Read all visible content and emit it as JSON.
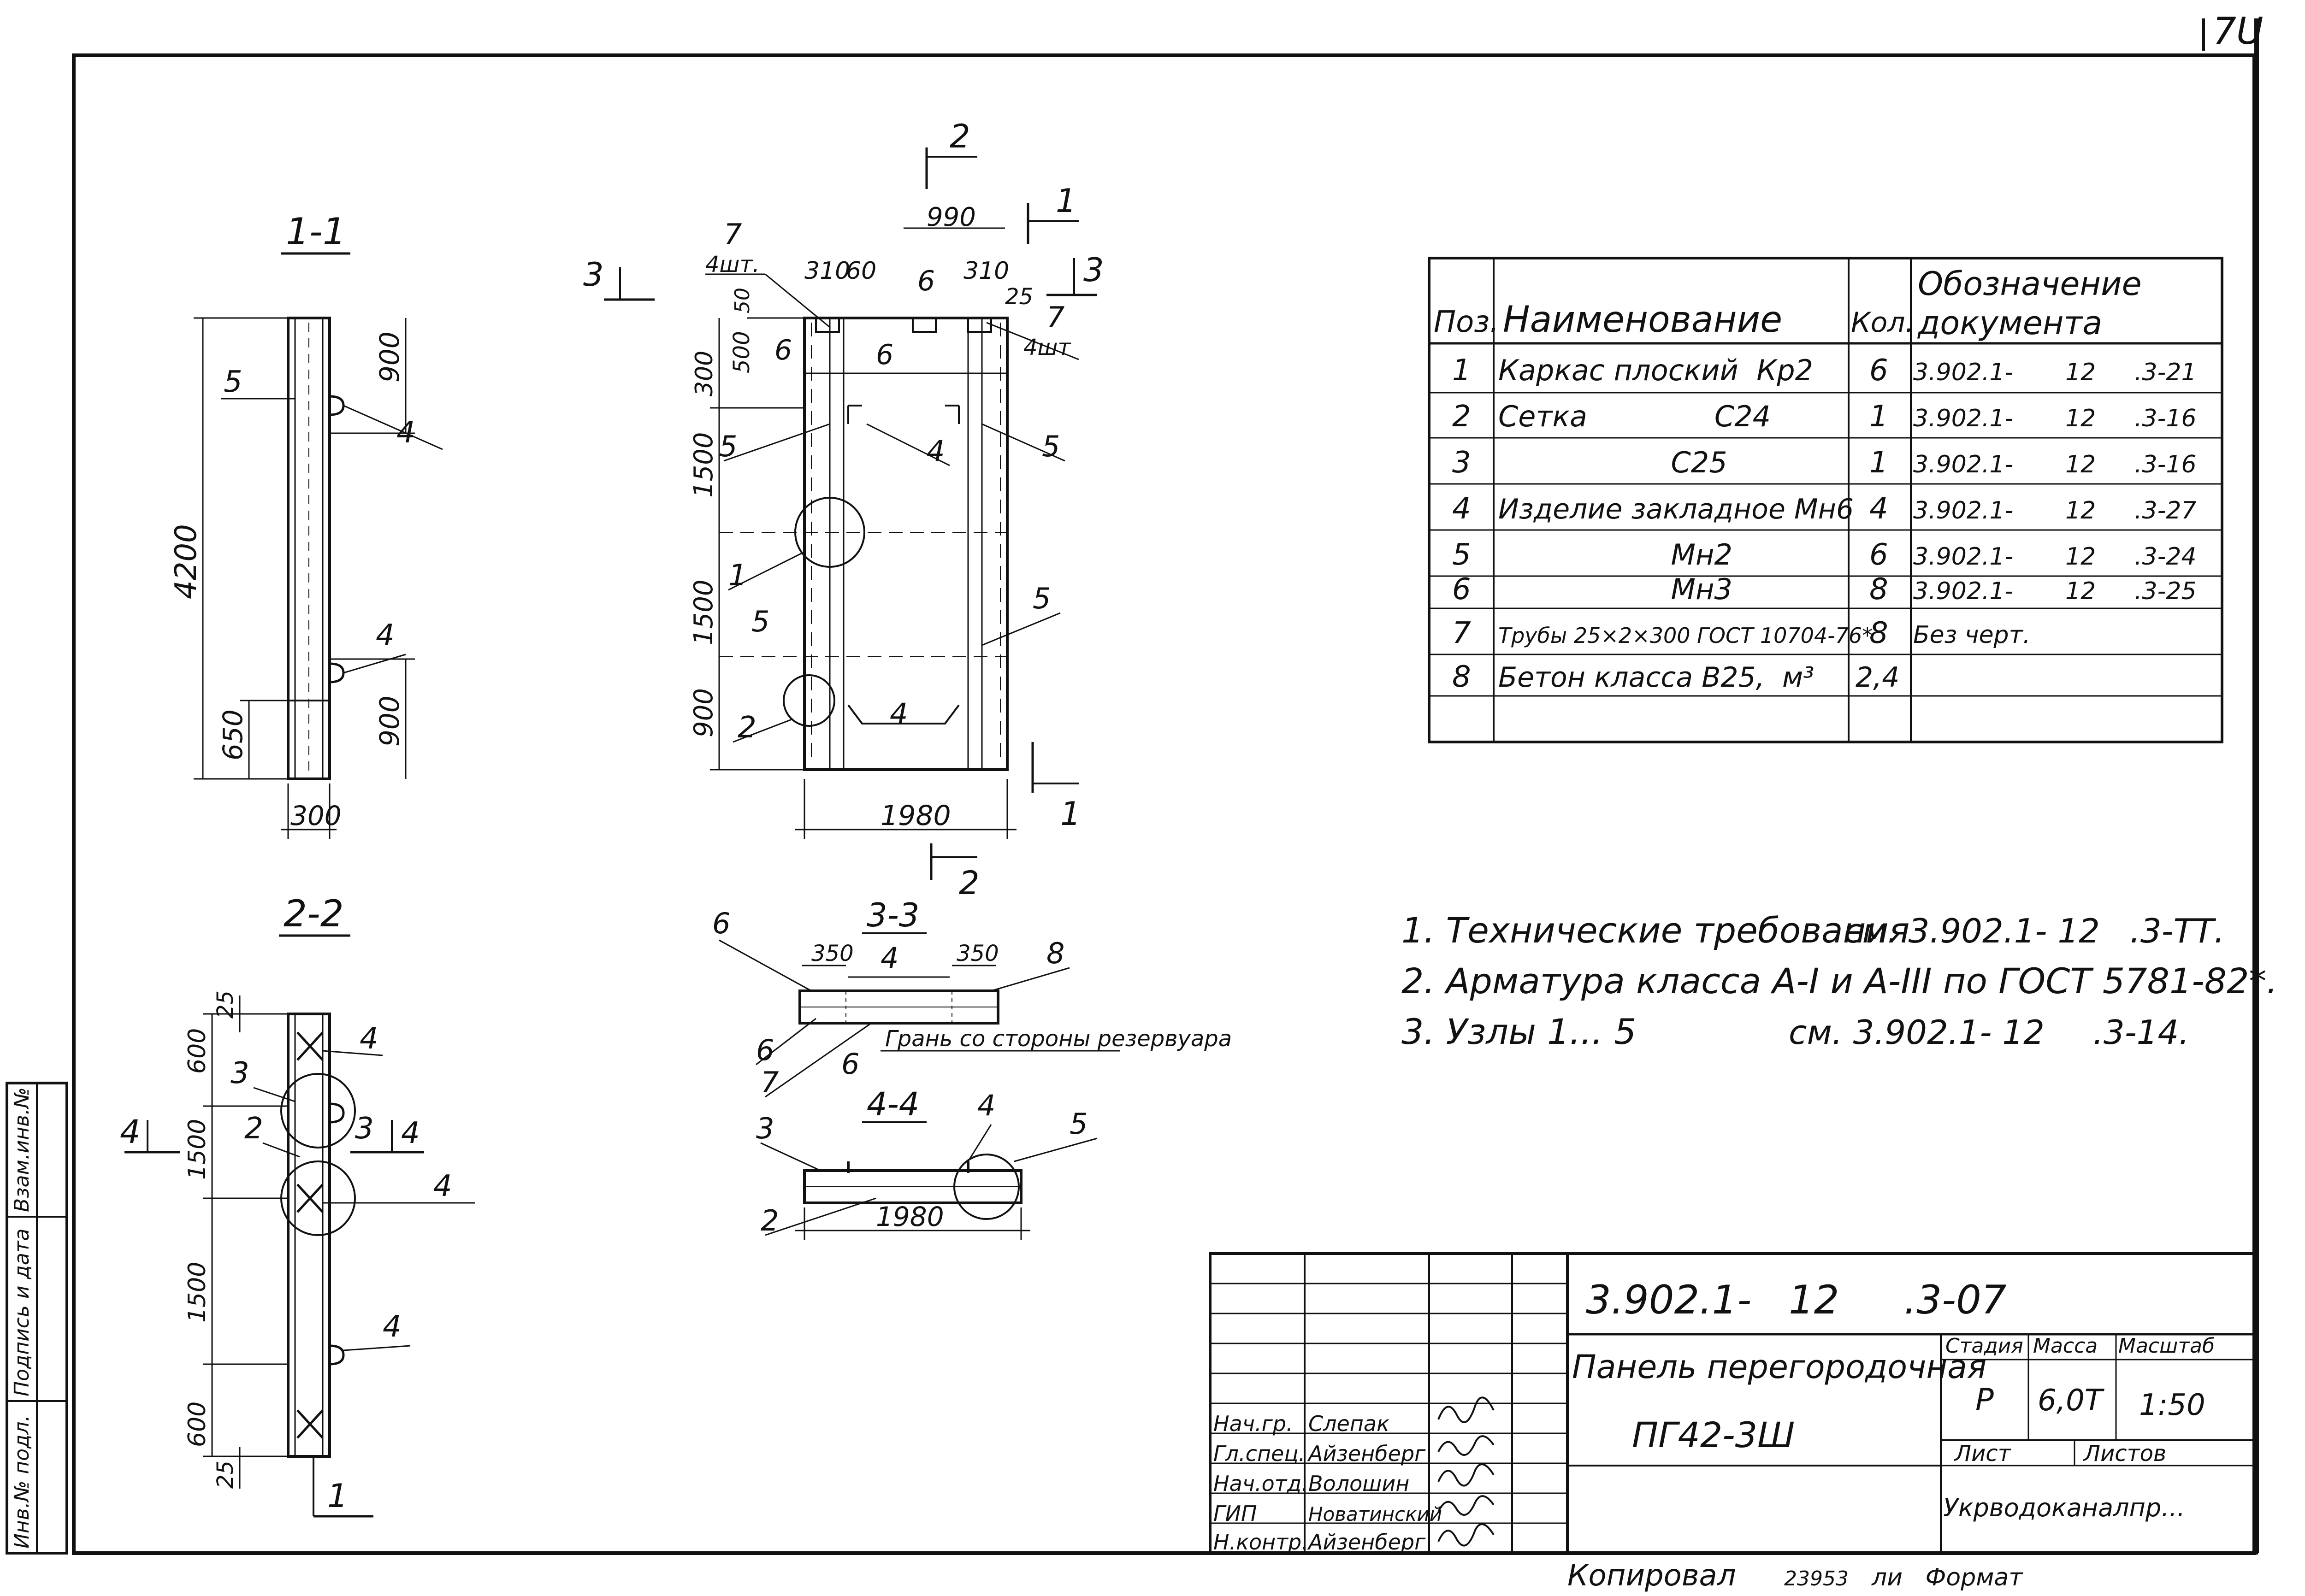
{
  "sheet": {
    "page_number": "7U",
    "copy_note": "Копировал",
    "copy_signature": "23953",
    "copy_format": "ли   Формат"
  },
  "views": {
    "section_1_1": {
      "title": "1-1",
      "dims": {
        "total": "4200",
        "top": "900",
        "bottom": "900",
        "lower": "650",
        "width": "300"
      },
      "callouts": [
        "5",
        "4",
        "4"
      ]
    },
    "section_2_2": {
      "title": "2-2",
      "dims": {
        "d25a": "25",
        "d600a": "600",
        "d1500a": "1500",
        "d1500b": "1500",
        "d600b": "600",
        "d25b": "25"
      },
      "callouts": [
        "3",
        "4",
        "2",
        "4",
        "4"
      ],
      "cut_marks": [
        "4",
        "3",
        "4",
        "1"
      ]
    },
    "elevation": {
      "dims": {
        "width_top": "990",
        "d310a": "310",
        "d60": "60",
        "d310b": "310",
        "d25": "25",
        "d300": "300",
        "d50": "50",
        "d500": "500",
        "d1500a": "1500",
        "d1500b": "1500",
        "d900": "900",
        "width": "1980"
      },
      "callouts": [
        "7",
        "6",
        "6",
        "6",
        "7",
        "5",
        "4",
        "5",
        "1",
        "5",
        "5",
        "2",
        "4"
      ],
      "qty_a": "4шт.",
      "qty_b": "4шт",
      "cut_marks": [
        "2",
        "1",
        "3",
        "3",
        "1",
        "2"
      ]
    },
    "section_3_3": {
      "title": "3-3",
      "dims": {
        "d350a": "350",
        "d350b": "350"
      },
      "callouts": [
        "6",
        "4",
        "8",
        "6",
        "6",
        "7"
      ],
      "note": "Грань со стороны резервуара"
    },
    "section_4_4": {
      "title": "4-4",
      "dims": {
        "width": "1980"
      },
      "callouts": [
        "3",
        "4",
        "5",
        "2"
      ]
    }
  },
  "spec_table": {
    "headers": {
      "pos": "Поз.",
      "name": "Наименование",
      "qty": "Кол.",
      "doc_line1": "Обозначение",
      "doc_line2": "документа"
    },
    "rows": [
      {
        "pos": "1",
        "name": "Каркас плоский  Кр2",
        "qty": "6",
        "doc": "3.902.1-",
        "doc_mid": "12",
        "doc_end": ".3-21"
      },
      {
        "pos": "2",
        "name": "Сетка              С24",
        "qty": "1",
        "doc": "3.902.1-",
        "doc_mid": "12",
        "doc_end": ".3-16"
      },
      {
        "pos": "3",
        "name": "                   С25",
        "qty": "1",
        "doc": "3.902.1-",
        "doc_mid": "12",
        "doc_end": ".3-16"
      },
      {
        "pos": "4",
        "name": "Изделие закладное Мн6",
        "qty": "4",
        "doc": "3.902.1-",
        "doc_mid": "12",
        "doc_end": ".3-27"
      },
      {
        "pos": "5",
        "name": "                   Мн2",
        "qty": "6",
        "doc": "3.902.1-",
        "doc_mid": "12",
        "doc_end": ".3-24"
      },
      {
        "pos": "6",
        "name": "                   Мн3",
        "qty": "8",
        "doc": "3.902.1-",
        "doc_mid": "12",
        "doc_end": ".3-25"
      },
      {
        "pos": "7",
        "name": "Трубы 25×2×300 ГОСТ 10704-76*",
        "qty": "8",
        "doc": "Без черт.",
        "doc_mid": "",
        "doc_end": ""
      },
      {
        "pos": "8",
        "name": "Бетон класса В25,  м³",
        "qty": "2,4",
        "doc": "",
        "doc_mid": "",
        "doc_end": ""
      },
      {
        "pos": "",
        "name": "",
        "qty": "",
        "doc": "",
        "doc_mid": "",
        "doc_end": ""
      }
    ]
  },
  "notes": [
    {
      "text": "1. Технические требования",
      "ref": "см. 3.902.1- 12",
      "ref_end": ".3-ТТ."
    },
    {
      "text": "2. Арматура класса А-I и А-III по ГОСТ 5781-82*.",
      "ref": "",
      "ref_end": ""
    },
    {
      "text": "3. Узлы  1... 5",
      "ref": "см. 3.902.1- 12",
      "ref_end": ".3-14."
    }
  ],
  "side_stamp": {
    "labels": [
      "Инв.№ подл.",
      "Подпись и дата",
      "Взам.инв.№"
    ]
  },
  "title_block": {
    "code": "3.902.1-",
    "code_mid": "12",
    "code_end": ".3-07",
    "name_line1": "Панель перегородочная",
    "name_line2": "ПГ42-3Ш",
    "stage_label": "Стадия",
    "mass_label": "Масса",
    "scale_label": "Масштаб",
    "stage": "Р",
    "mass": "6,0Т",
    "scale": "1:50",
    "sheet_label": "Лист",
    "sheets_label": "Листов",
    "org": "Укрводоканалпр...",
    "roles": [
      {
        "role": "Нач.гр.",
        "name": "Слепак"
      },
      {
        "role": "Гл.спец.",
        "name": "Айзенберг"
      },
      {
        "role": "Нач.отд.",
        "name": "Волошин"
      },
      {
        "role": "ГИП",
        "name": "Новатинский"
      },
      {
        "role": "Н.контр.",
        "name": "Айзенберг"
      }
    ]
  }
}
